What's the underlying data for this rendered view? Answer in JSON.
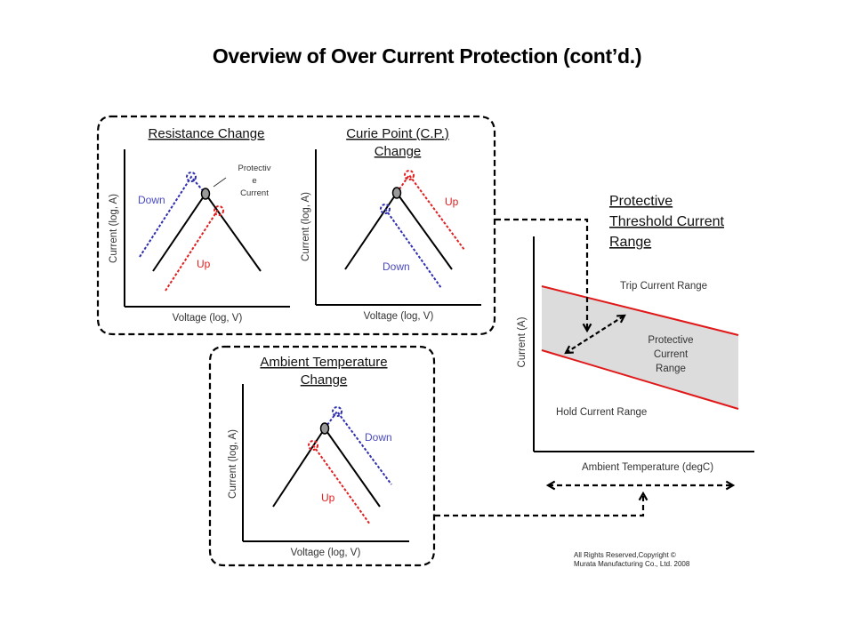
{
  "title": "Overview of Over Current Protection (cont’d.)",
  "colors": {
    "black_curve": "#000000",
    "down": "#2f2fb0",
    "up": "#e02020",
    "band_fill": "#dcdcdc",
    "band_edge": "#e01818",
    "peak_fill": "#999999"
  },
  "panels": {
    "resistance": {
      "title": "Resistance Change",
      "xlabel": "Voltage (log, V)",
      "ylabel": "Current (log, A)",
      "down_label": "Down",
      "up_label": "Up",
      "annotation": [
        "Protectiv",
        "e",
        "Current"
      ]
    },
    "curie": {
      "title_lines": [
        "Curie Point (C.P.)",
        "Change"
      ],
      "xlabel": "Voltage (log, V)",
      "ylabel": "Current (log, A)",
      "down_label": "Down",
      "up_label": "Up"
    },
    "ambient": {
      "title_lines": [
        "Ambient Temperature",
        "Change"
      ],
      "xlabel": "Voltage (log, V)",
      "ylabel": "Current (log, A)",
      "down_label": "Down",
      "up_label": "Up"
    },
    "threshold": {
      "title_lines": [
        "Protective",
        "Threshold Current",
        "Range"
      ],
      "xlabel": "Ambient Temperature (degC)",
      "ylabel": "Current (A)",
      "trip_label": "Trip Current Range",
      "band_label_lines": [
        "Protective",
        "Current",
        "Range"
      ],
      "hold_label": "Hold Current Range"
    }
  },
  "copyright_lines": [
    "All Rights Reserved,Copyright ©",
    "Murata Manufacturing Co., Ltd. 2008"
  ]
}
